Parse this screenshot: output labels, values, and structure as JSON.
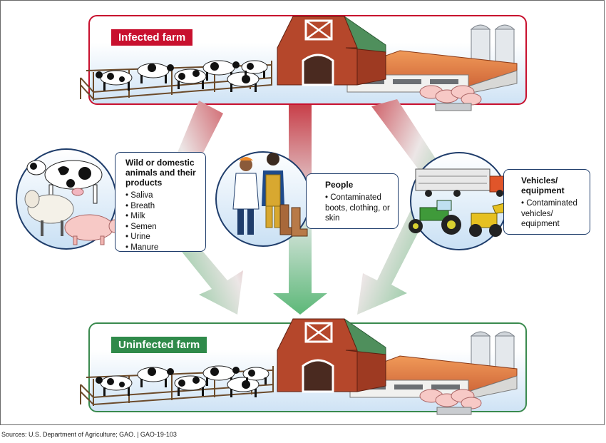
{
  "infected_farm": {
    "label": "Infected farm"
  },
  "uninfected_farm": {
    "label": "Uninfected farm"
  },
  "animals": {
    "title": "Wild or domestic animals and their products",
    "items": [
      "Saliva",
      "Breath",
      "Milk",
      "Semen",
      "Urine",
      "Manure"
    ]
  },
  "people": {
    "title": "People",
    "items": [
      "Contaminated boots, clothing, or skin"
    ]
  },
  "vehicles": {
    "title": "Vehicles/ equipment",
    "items": [
      "Contaminated vehicles/ equipment"
    ]
  },
  "source_note": "Sources: U.S. Department of Agriculture; GAO.  |  GAO-19-103",
  "colors": {
    "infected": "#c8102e",
    "uninfected": "#2f8a4a",
    "arrow_red": "#c8404a",
    "arrow_green": "#5cb878",
    "circle_border": "#1f3d6b",
    "barn_red": "#b5472b"
  }
}
